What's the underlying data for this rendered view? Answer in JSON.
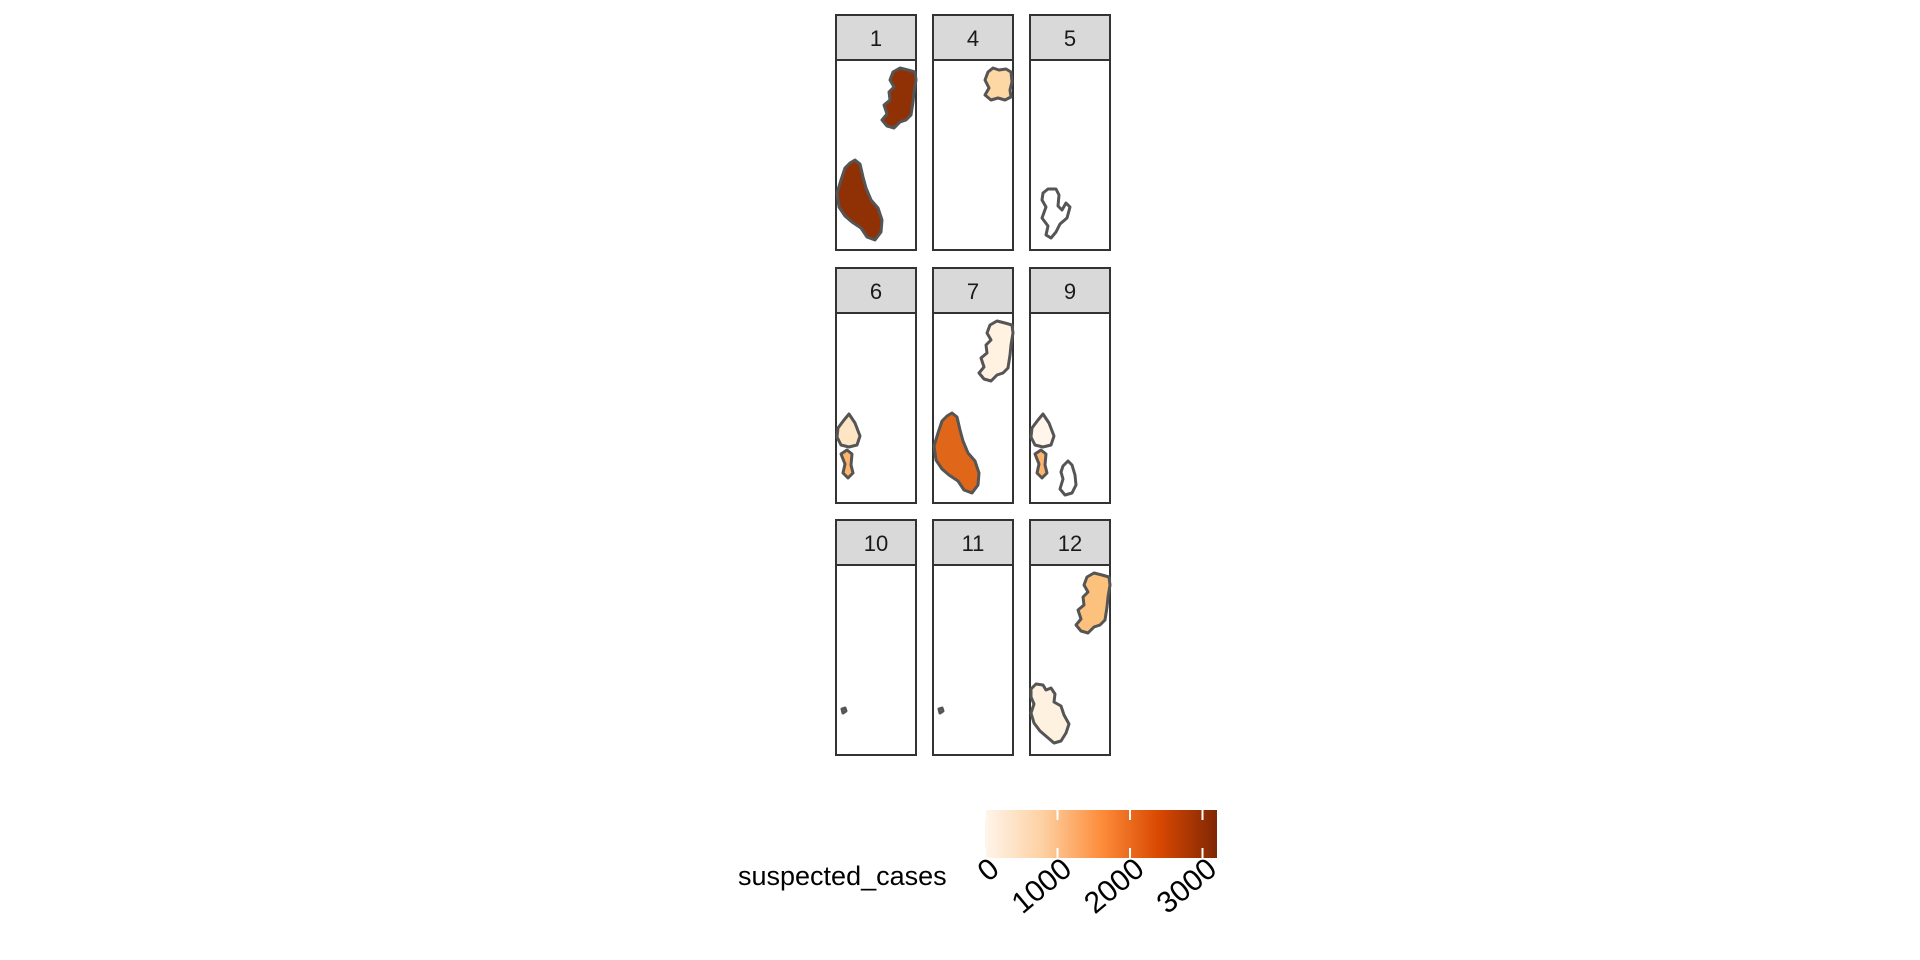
{
  "facets": [
    {
      "label": "1",
      "regions": [
        {
          "shape": "north-east",
          "fill": "#8f3104"
        },
        {
          "shape": "south-west",
          "fill": "#8f3104"
        }
      ]
    },
    {
      "label": "4",
      "regions": [
        {
          "shape": "small-north-east",
          "fill": "#fdd7a4"
        }
      ]
    },
    {
      "label": "5",
      "regions": [
        {
          "shape": "outline-south-west",
          "fill": "#ffffff"
        }
      ]
    },
    {
      "label": "6",
      "regions": [
        {
          "shape": "tiny-west-upper",
          "fill": "#fee6c4"
        },
        {
          "shape": "tiny-west-lower",
          "fill": "#fdb46c"
        }
      ]
    },
    {
      "label": "7",
      "regions": [
        {
          "shape": "north-east",
          "fill": "#fff2e0"
        },
        {
          "shape": "south-west",
          "fill": "#e0661a"
        }
      ]
    },
    {
      "label": "9",
      "regions": [
        {
          "shape": "tiny-west-upper",
          "fill": "#fff5eb"
        },
        {
          "shape": "tiny-west-lower",
          "fill": "#fdb46c"
        },
        {
          "shape": "small-south-outline",
          "fill": "#ffffff"
        }
      ]
    },
    {
      "label": "10",
      "regions": [
        {
          "shape": "dot",
          "fill": "#ffffff"
        }
      ]
    },
    {
      "label": "11",
      "regions": [
        {
          "shape": "dot",
          "fill": "#ffffff"
        }
      ]
    },
    {
      "label": "12",
      "regions": [
        {
          "shape": "north-east",
          "fill": "#fdc17e"
        },
        {
          "shape": "south-west-lobes",
          "fill": "#fff1df"
        }
      ]
    }
  ],
  "legend": {
    "title": "suspected_cases",
    "min": 0,
    "max": 3200,
    "ticks": [
      {
        "value": 0,
        "label": "0"
      },
      {
        "value": 1000,
        "label": "1000"
      },
      {
        "value": 2000,
        "label": "2000"
      },
      {
        "value": 3000,
        "label": "3000"
      }
    ],
    "colors": [
      "#fff5eb",
      "#fdd0a2",
      "#fd8d3c",
      "#d94801",
      "#7f2704"
    ]
  },
  "colors": {
    "strip_fill": "#d9d9d9",
    "panel_border": "#333333",
    "region_border": "#555555"
  }
}
